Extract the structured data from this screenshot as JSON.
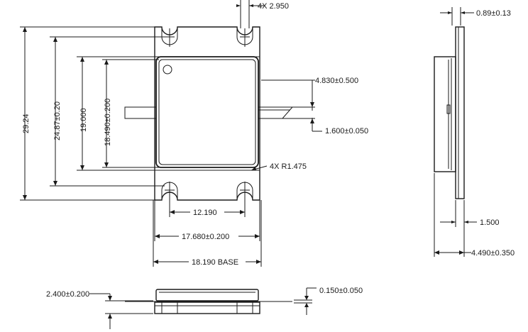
{
  "drawing": {
    "dimensions": {
      "hole_dia": "4X 2.950",
      "overall_height": "29.24",
      "hole_pitch_vertical": "24.87±0.20",
      "lid_outer": "19.000",
      "lid_inner": "18.490±0.200",
      "lead_width": "4.830±0.500",
      "lead_offset": "1.600±0.050",
      "corner_radius": "4X R1.475",
      "hole_pitch_horizontal": "12.190",
      "flange_width": "17.680±0.200",
      "base_width": "18.190 BASE",
      "side_base_thickness": "0.89±0.13",
      "side_step": "1.500",
      "side_total": "4.490±0.350",
      "front_height": "2.400±0.200",
      "lead_thickness": "0.150±0.050"
    },
    "colors": {
      "line": "#1a1a1a",
      "background": "#ffffff"
    }
  }
}
